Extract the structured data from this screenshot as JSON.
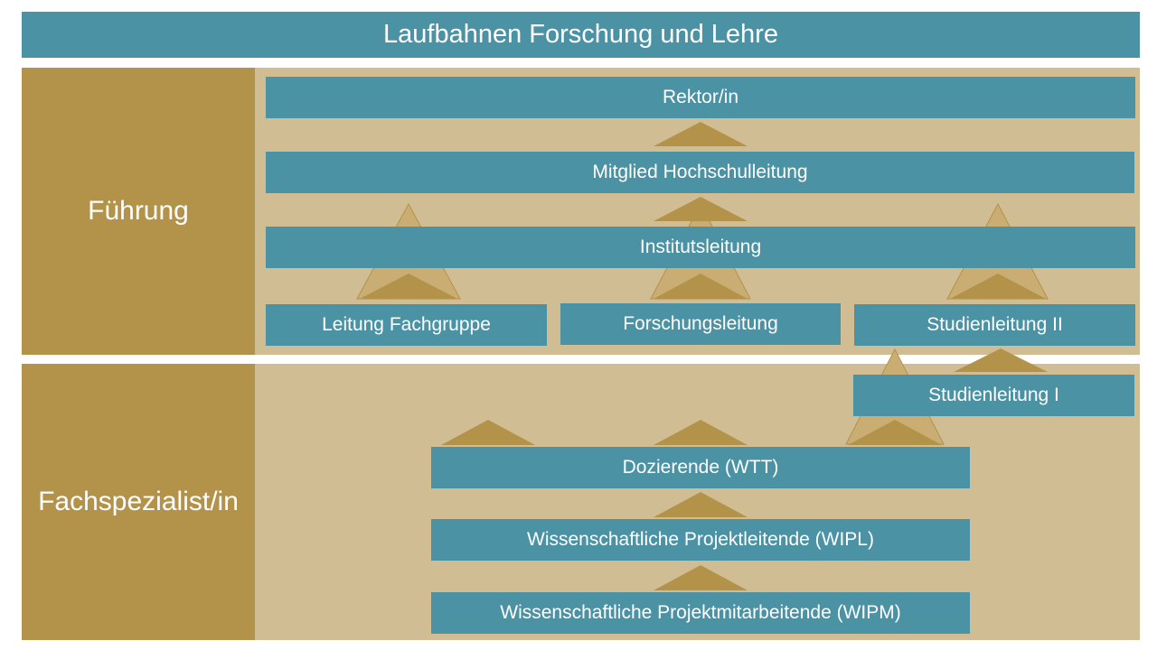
{
  "title": "Laufbahnen Forschung und Lehre",
  "categories": {
    "leadership": "Führung",
    "specialist": "Fachspezialist/in"
  },
  "roles": {
    "rektor": "Rektor/in",
    "hochschulleitung": "Mitglied Hochschulleitung",
    "institutsleitung": "Institutsleitung",
    "leitung_fachgruppe": "Leitung Fachgruppe",
    "forschungsleitung": "Forschungsleitung",
    "studienleitung_2": "Studienleitung II",
    "studienleitung_1": "Studienleitung I",
    "dozierende": "Dozierende (WTT)",
    "wipl": "Wissenschaftliche Projektleitende (WIPL)",
    "wipm": "Wissenschaftliche Projektmitarbeitende (WIPM)"
  },
  "colors": {
    "box": "#4a92a4",
    "side": "#b39249",
    "panel": "#d1bd93",
    "arrow": "#b39249",
    "arrow_light": "#c9ad72"
  }
}
